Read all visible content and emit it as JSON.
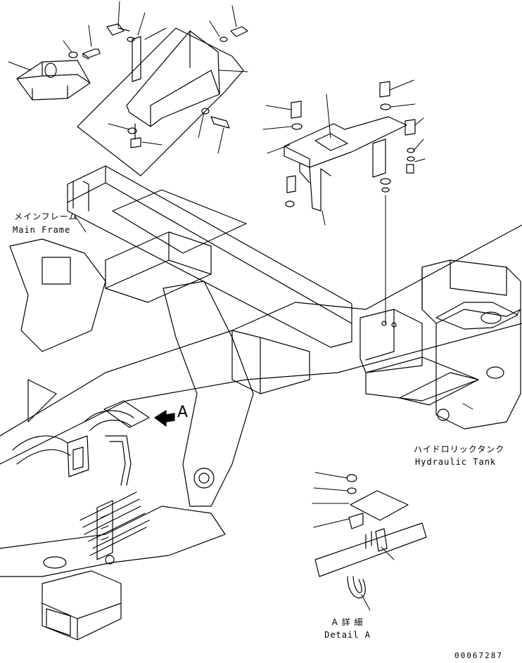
{
  "labels": {
    "main_frame_ja": "メインフレーム",
    "main_frame_en": "Main Frame",
    "hydraulic_tank_ja": "ハイドロリックタンク",
    "hydraulic_tank_en": "Hydraulic Tank",
    "view_marker": "A",
    "detail_ja": "A 詳 細",
    "detail_en": "Detail A",
    "drawing_number": "00067287"
  }
}
